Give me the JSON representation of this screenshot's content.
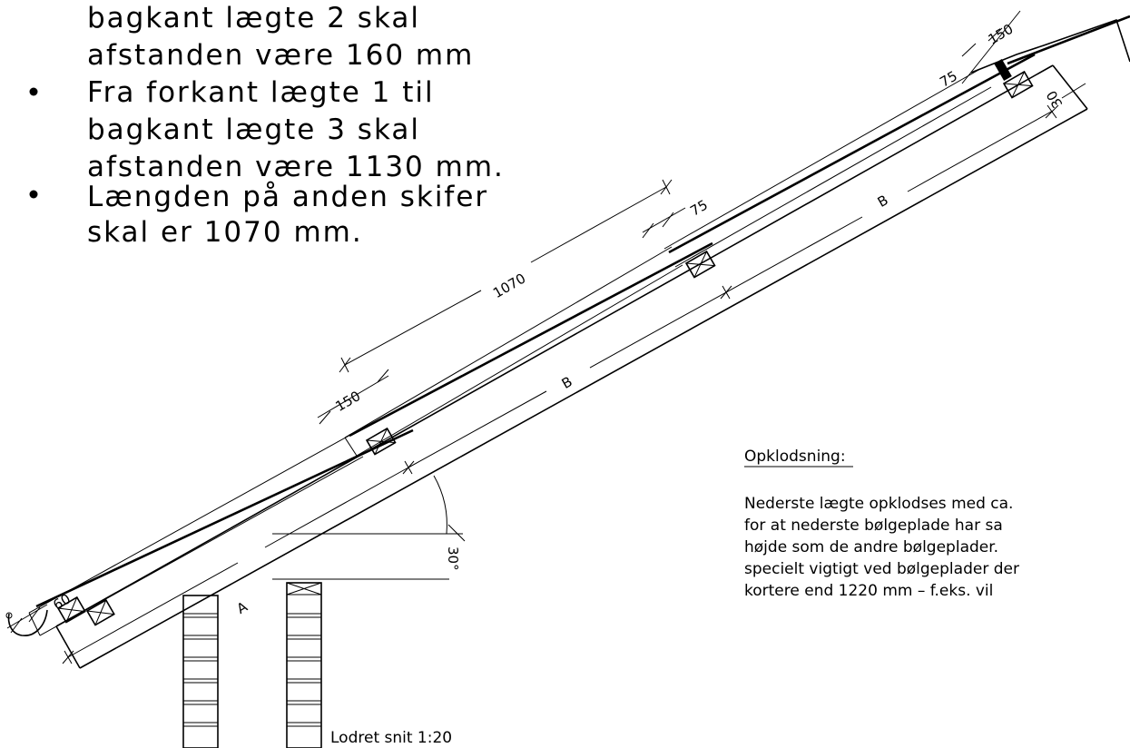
{
  "notes": {
    "line0": "bagkant lægte 2 skal",
    "line1": "afstanden være 160 mm",
    "line2": "Fra forkant lægte 1 til",
    "line3": "bagkant lægte 3 skal",
    "line4": "afstanden være 1130 mm.",
    "line5": " Længden på anden skifer",
    "line6": "skal  er 1070 mm."
  },
  "dimensions": {
    "d150_top": "150",
    "d75_top": "75",
    "d75_mid": "75",
    "d1070": "1070",
    "d150_mid": "150",
    "d60": "60",
    "d30_top": "30",
    "angle": "30°"
  },
  "plates": {
    "top_B": "B",
    "mid_B": "B",
    "low_A": "A"
  },
  "opklodsning": {
    "heading": "Opklodsning:",
    "line1": "Nederste lægte opklodses med ca.",
    "line2": "for at nederste bølgeplade har sa",
    "line3": "højde som de andre bølgeplader.",
    "line4": "specielt vigtigt ved bølgeplader der",
    "line5": "kortere end 1220 mm – f.eks. vil"
  },
  "caption": "Lodret snit 1:20"
}
